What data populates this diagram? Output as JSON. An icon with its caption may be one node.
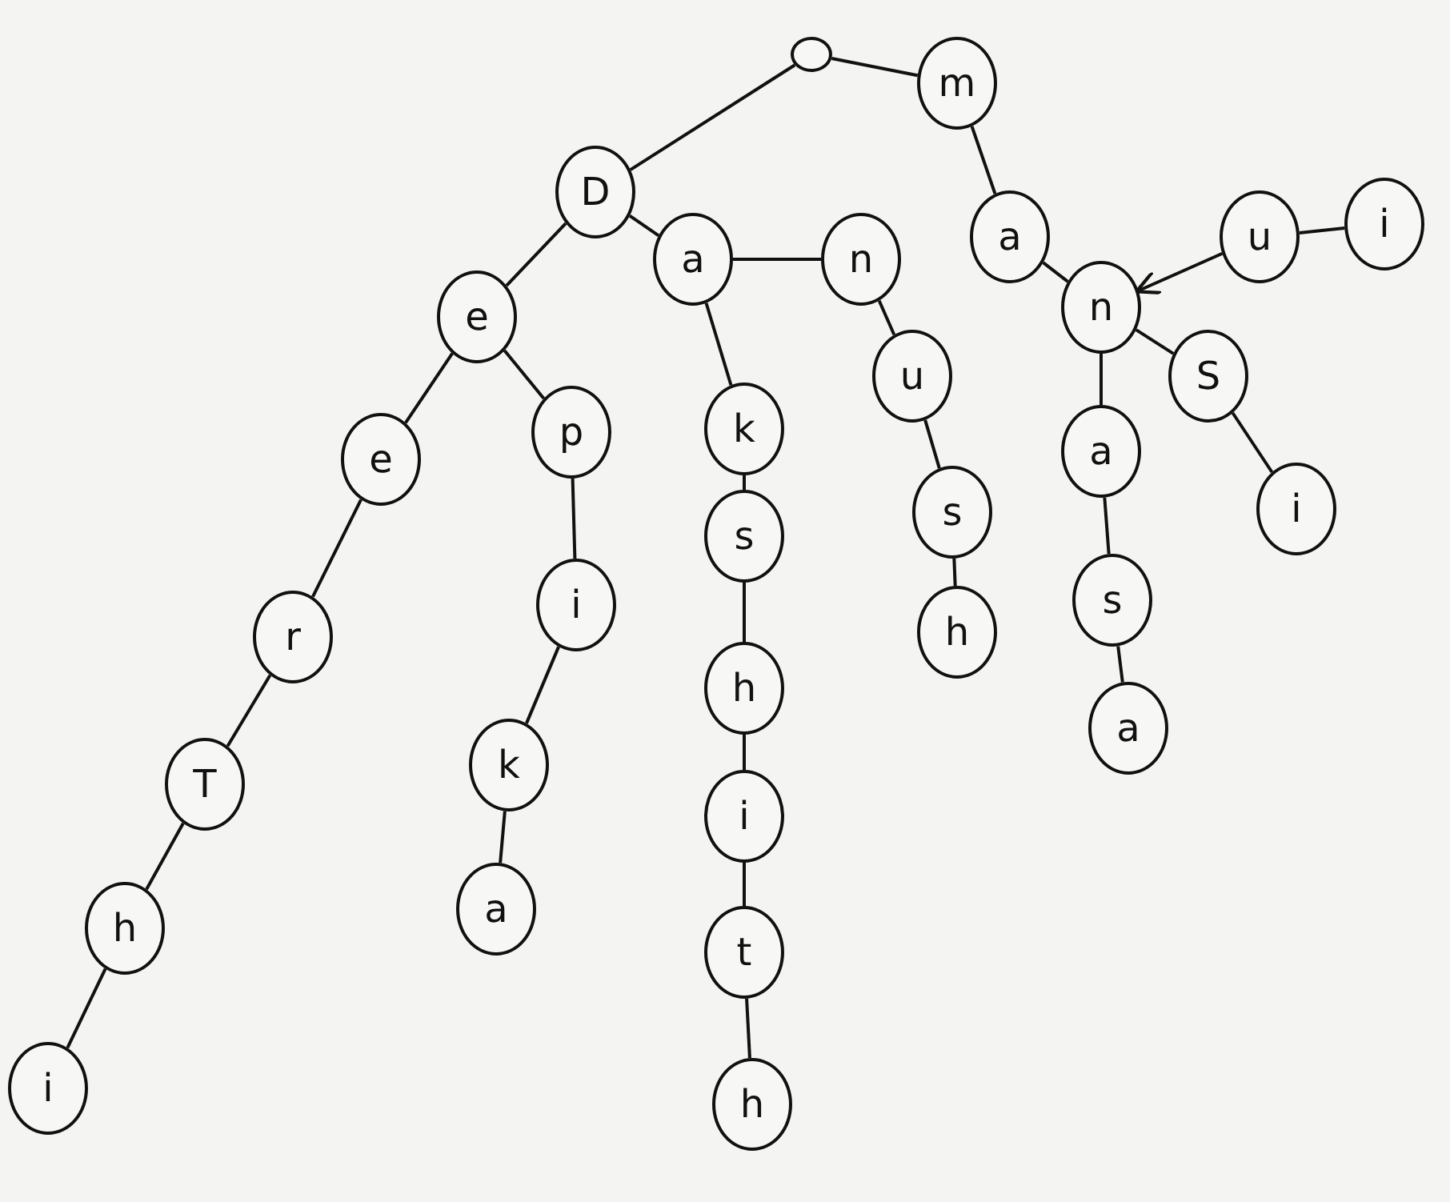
{
  "diagram": {
    "nodes": [
      {
        "text": [],
        "shape": "circle"
      },
      {
        "text": [
          "m"
        ]
      },
      {
        "text": [
          "D"
        ]
      },
      {
        "text": [
          "a"
        ]
      },
      {
        "text": [
          "u"
        ]
      },
      {
        "text": [
          "i"
        ]
      },
      {
        "text": [
          "a"
        ]
      },
      {
        "text": [
          "n"
        ]
      },
      {
        "text": [
          "n"
        ]
      },
      {
        "text": [
          "e"
        ]
      },
      {
        "text": [
          "u"
        ]
      },
      {
        "text": [
          "S"
        ]
      },
      {
        "text": [
          "p"
        ]
      },
      {
        "text": [
          "k"
        ]
      },
      {
        "text": [
          "a"
        ]
      },
      {
        "text": [
          "e"
        ]
      },
      {
        "text": [
          "s"
        ]
      },
      {
        "text": [
          "i"
        ]
      },
      {
        "text": [
          "s"
        ]
      },
      {
        "text": [
          "i"
        ]
      },
      {
        "text": [
          "s"
        ]
      },
      {
        "text": [
          "h"
        ]
      },
      {
        "text": [
          "r"
        ]
      },
      {
        "text": [
          "h"
        ]
      },
      {
        "text": [
          "a"
        ]
      },
      {
        "text": [
          "k"
        ]
      },
      {
        "text": [
          "T"
        ]
      },
      {
        "text": [
          "i"
        ]
      },
      {
        "text": [
          "a"
        ]
      },
      {
        "text": [
          "h"
        ]
      },
      {
        "text": [
          "t"
        ]
      },
      {
        "text": [
          "i"
        ]
      },
      {
        "text": [
          "h"
        ]
      }
    ],
    "edges": [
      {
        "from": 0,
        "to": 1,
        "arrow": "none"
      },
      {
        "from": 0,
        "to": 2,
        "arrow": "none"
      },
      {
        "from": 1,
        "to": 3,
        "arrow": "none"
      },
      {
        "from": 3,
        "to": 8,
        "arrow": "none"
      },
      {
        "from": 8,
        "to": 14,
        "arrow": "none"
      },
      {
        "from": 14,
        "to": 20,
        "arrow": "none"
      },
      {
        "from": 20,
        "to": 24,
        "arrow": "none"
      },
      {
        "from": 8,
        "to": 11,
        "arrow": "none"
      },
      {
        "from": 11,
        "to": 17,
        "arrow": "none"
      },
      {
        "from": 4,
        "to": 8,
        "arrow": "to"
      },
      {
        "from": 4,
        "to": 5,
        "arrow": "none"
      },
      {
        "from": 2,
        "to": 6,
        "arrow": "none"
      },
      {
        "from": 6,
        "to": 7,
        "arrow": "none"
      },
      {
        "from": 7,
        "to": 10,
        "arrow": "none"
      },
      {
        "from": 10,
        "to": 16,
        "arrow": "none"
      },
      {
        "from": 16,
        "to": 21,
        "arrow": "none"
      },
      {
        "from": 6,
        "to": 13,
        "arrow": "none"
      },
      {
        "from": 13,
        "to": 18,
        "arrow": "none"
      },
      {
        "from": 18,
        "to": 23,
        "arrow": "none"
      },
      {
        "from": 23,
        "to": 27,
        "arrow": "none"
      },
      {
        "from": 27,
        "to": 30,
        "arrow": "none"
      },
      {
        "from": 30,
        "to": 32,
        "arrow": "none"
      },
      {
        "from": 2,
        "to": 9,
        "arrow": "none"
      },
      {
        "from": 9,
        "to": 15,
        "arrow": "none"
      },
      {
        "from": 15,
        "to": 22,
        "arrow": "none"
      },
      {
        "from": 22,
        "to": 26,
        "arrow": "none"
      },
      {
        "from": 26,
        "to": 29,
        "arrow": "none"
      },
      {
        "from": 29,
        "to": 31,
        "arrow": "none"
      },
      {
        "from": 9,
        "to": 12,
        "arrow": "none"
      },
      {
        "from": 12,
        "to": 19,
        "arrow": "none"
      },
      {
        "from": 19,
        "to": 25,
        "arrow": "none"
      },
      {
        "from": 25,
        "to": 28,
        "arrow": "none"
      }
    ]
  }
}
